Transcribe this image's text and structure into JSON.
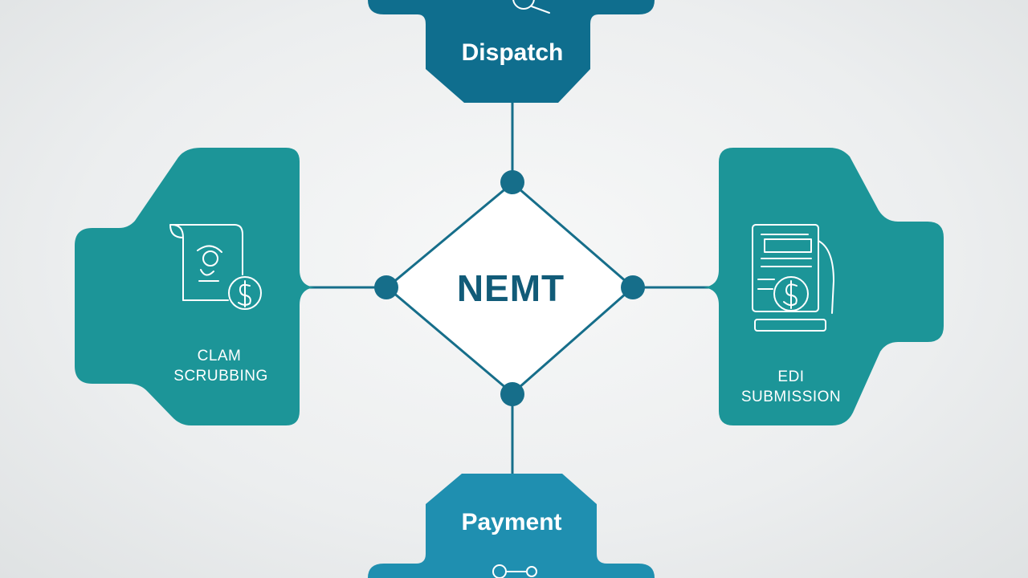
{
  "center": {
    "label": "NEMT"
  },
  "nodes": {
    "top": {
      "label": "Dispatch"
    },
    "bottom": {
      "label": "Payment"
    },
    "left": {
      "line1": "CLAM",
      "line2": "SCRUBBING"
    },
    "right": {
      "line1": "EDI",
      "line2": "SUBMISSION"
    }
  },
  "colors": {
    "teal": "#1c9598",
    "blue": "#0f6e8e",
    "payment": "#1f8fb0",
    "connector": "#166e8a",
    "center_text": "#115b78"
  },
  "icons": {
    "top": "magnifier-icon",
    "left": "document-dollar-icon",
    "right": "invoice-dollar-icon",
    "bottom": "key-icon"
  }
}
